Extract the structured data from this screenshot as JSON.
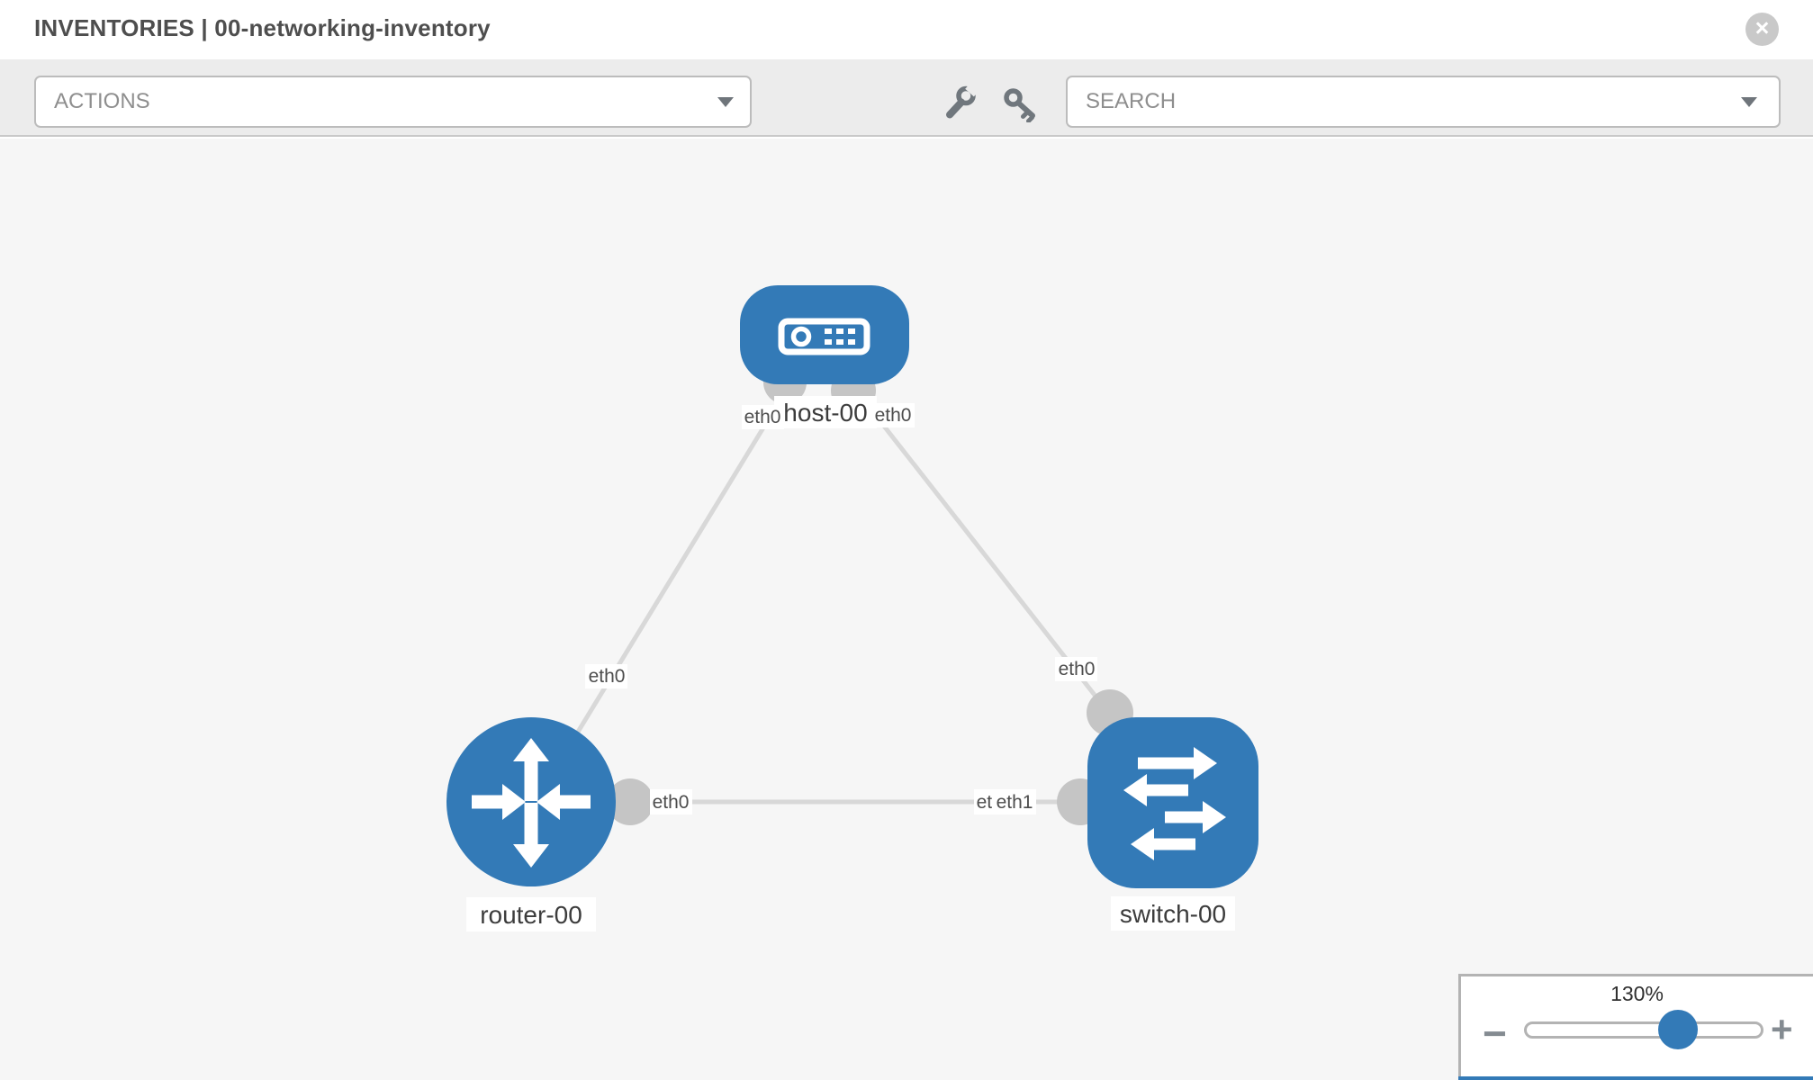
{
  "header": {
    "title": "INVENTORIES | 00-networking-inventory",
    "close_glyph": "×"
  },
  "toolbar": {
    "actions_label": "ACTIONS",
    "search_label": "SEARCH",
    "icons": [
      {
        "name": "wrench-icon"
      },
      {
        "name": "key-icon"
      }
    ]
  },
  "topology": {
    "nodes": [
      {
        "id": "host-00",
        "type": "host",
        "label": "host-00"
      },
      {
        "id": "router-00",
        "type": "router",
        "label": "router-00"
      },
      {
        "id": "switch-00",
        "type": "switch",
        "label": "switch-00"
      }
    ],
    "links": [
      {
        "from": "host-00",
        "from_interface": "eth0",
        "to": "router-00",
        "to_interface": "eth0"
      },
      {
        "from": "host-00",
        "from_interface": "eth0",
        "to": "switch-00",
        "to_interface": "eth0"
      },
      {
        "from": "router-00",
        "from_interface": "eth0",
        "to": "switch-00",
        "to_interface": "eth1"
      }
    ],
    "interface_labels": [
      {
        "text": "eth0",
        "end": "host side of host-router link"
      },
      {
        "text": "eth0",
        "end": "host side of host-switch link"
      },
      {
        "text": "eth0",
        "end": "router side of host-router link"
      },
      {
        "text": "eth0",
        "end": "switch side of host-switch link"
      },
      {
        "text": "eth0",
        "end": "router side of router-switch link"
      },
      {
        "text": "eth0",
        "end": "switch side of router-switch link (partially covered)"
      },
      {
        "text": "eth1",
        "end": "switch side of router-switch link"
      }
    ]
  },
  "zoom": {
    "level": "130%",
    "minus_label": "−",
    "plus_label": "+"
  },
  "colors": {
    "node_blue": "#337ab7",
    "link_gray": "#d8d8d8",
    "port_gray": "#c5c5c5",
    "toolbar_gray": "#ececec",
    "canvas_gray": "#f6f6f6"
  }
}
